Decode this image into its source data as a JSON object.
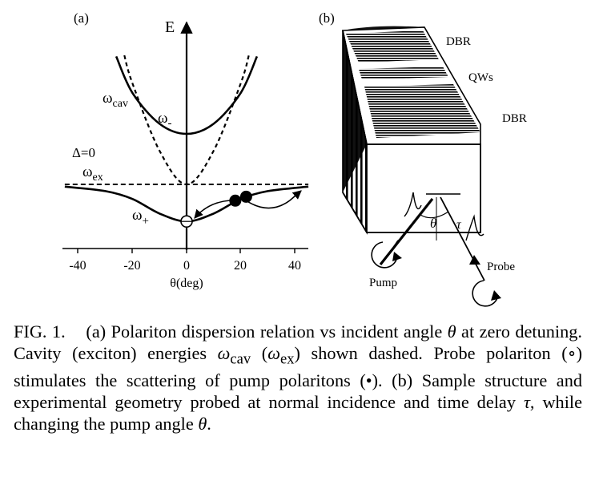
{
  "figure": {
    "panel_a": {
      "label": "(a)",
      "y_axis_label": "E",
      "x_axis_label": "θ(deg)",
      "x_ticks": [
        "-40",
        "-20",
        "0",
        "20",
        "40"
      ],
      "annotations": {
        "cavity_label": "ω",
        "cavity_sub": "cav",
        "upper_label": "ω",
        "upper_sub": "-",
        "exciton_label": "ω",
        "exciton_sub": "ex",
        "lower_label": "ω",
        "lower_sub": "+",
        "detuning": "Δ=0"
      }
    },
    "panel_b": {
      "label": "(b)",
      "layers": [
        "DBR",
        "QWs",
        "DBR"
      ],
      "angle_label": "θ",
      "delay_label": "τ",
      "pump_label": "Pump",
      "probe_label": "Probe"
    }
  },
  "chart_data": {
    "type": "line",
    "xlabel": "θ(deg)",
    "ylabel": "E",
    "xlim": [
      -47,
      47
    ],
    "x_ticks": [
      -40,
      -20,
      0,
      20,
      40
    ],
    "series": [
      {
        "name": "ω-",
        "style": "solid",
        "x": [
          -26,
          -20,
          -10,
          0,
          10,
          20,
          26
        ],
        "y": [
          2.28,
          1.63,
          1.08,
          0.9,
          1.08,
          1.63,
          2.28
        ]
      },
      {
        "name": "ωcav",
        "style": "dashed",
        "x": [
          -23,
          -20,
          -10,
          0,
          10,
          20,
          23
        ],
        "y": [
          2.3,
          1.8,
          0.6,
          0.0,
          0.6,
          1.8,
          2.3
        ]
      },
      {
        "name": "ωex",
        "style": "dashed",
        "x": [
          -45,
          0,
          45
        ],
        "y": [
          0.0,
          0.0,
          0.0
        ]
      },
      {
        "name": "ω+",
        "style": "solid",
        "x": [
          -45,
          -30,
          -20,
          -10,
          0,
          10,
          20,
          30,
          45
        ],
        "y": [
          -0.04,
          -0.12,
          -0.26,
          -0.52,
          -0.66,
          -0.52,
          -0.26,
          -0.12,
          -0.04
        ]
      }
    ],
    "points": [
      {
        "name": "probe",
        "marker": "open-circle",
        "x": 0,
        "y": -0.66
      },
      {
        "name": "pump",
        "marker": "filled-circle",
        "x": 18,
        "y": -0.29
      },
      {
        "name": "pump",
        "marker": "filled-circle",
        "x": 22,
        "y": -0.22
      }
    ]
  },
  "caption": {
    "fig": "FIG. 1.",
    "p1": "    (a) Polariton dispersion relation vs incident angle ",
    "theta1": "θ",
    "p2": " at zero detuning. Cavity (exciton) energies ",
    "w1": "ω",
    "w1_sub": "cav",
    "p3": " (",
    "w2": "ω",
    "w2_sub": "ex",
    "p4": ") shown dashed. Probe polariton (∘) stimulates the scattering of pump polaritons (•). (b) Sample structure and experimental geometry probed at normal incidence and time delay ",
    "tau": "τ",
    "p5": ", while changing the pump angle ",
    "theta2": "θ",
    "p6": "."
  }
}
